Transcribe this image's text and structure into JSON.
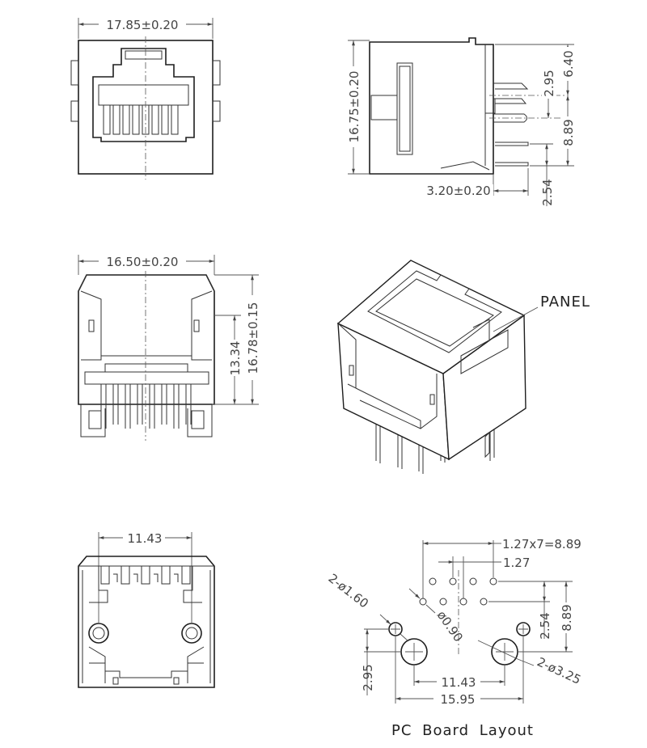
{
  "front_view": {
    "width_dim": "17.85±0.20"
  },
  "side_view": {
    "height_dim": "16.75±0.20",
    "dim_a": "2.95",
    "dim_b": "6.40",
    "dim_c": "8.89",
    "dim_d": "2.54",
    "pin_length_dim": "3.20±0.20"
  },
  "rear_view": {
    "width_dim": "16.50±0.20",
    "height_a": "13.34",
    "height_b": "16.78±0.15"
  },
  "iso_view": {
    "callout": "PANEL"
  },
  "bottom_view": {
    "pitch_dim": "11.43"
  },
  "pcb_layout": {
    "title": "PC Board Layout",
    "pin_span": "1.27x7=8.89",
    "pin_pitch": "1.27",
    "locating_hole": "2-ø1.60",
    "pin_hole": "ø0.90",
    "row_offset": "2.54",
    "row_to_post": "8.89",
    "post_offset": "2.95",
    "post_pitch": "11.43",
    "hole_span": "15.95",
    "post_hole": "2-ø3.25"
  }
}
